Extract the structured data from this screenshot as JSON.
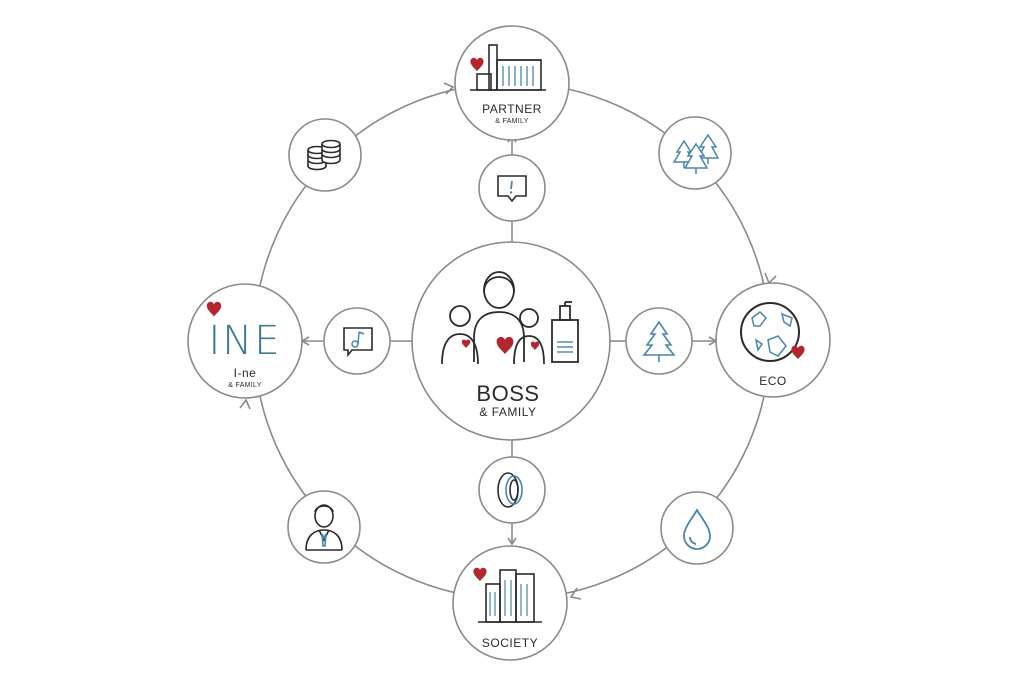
{
  "center": {
    "title": "BOSS",
    "subtitle": "& FAMILY"
  },
  "nodes": {
    "partner": {
      "title": "PARTNER",
      "subtitle": "& FAMILY"
    },
    "eco": {
      "title": "ECO"
    },
    "society": {
      "title": "SOCIETY"
    },
    "ine": {
      "logo": "INE",
      "title": "I-ne",
      "subtitle": "& FAMILY"
    }
  },
  "icons": {
    "partner": "factory-icon",
    "eco": "globe-icon",
    "society": "buildings-icon",
    "ine": "ine-logo",
    "center": "family-icon",
    "inner_top": "speech-bubble-icon",
    "inner_right": "tree-icon",
    "inner_bottom": "bottle-cap-icon",
    "inner_left": "music-bubble-icon",
    "ring_top_left": "coins-icon",
    "ring_top_right": "forest-icon",
    "ring_bottom_right": "water-drop-icon",
    "ring_bottom_left": "businessman-icon"
  },
  "colors": {
    "line": "#8a8a8a",
    "icon": "#2b2b2b",
    "accent": "#4a86a8",
    "heart": "#b3262d"
  }
}
